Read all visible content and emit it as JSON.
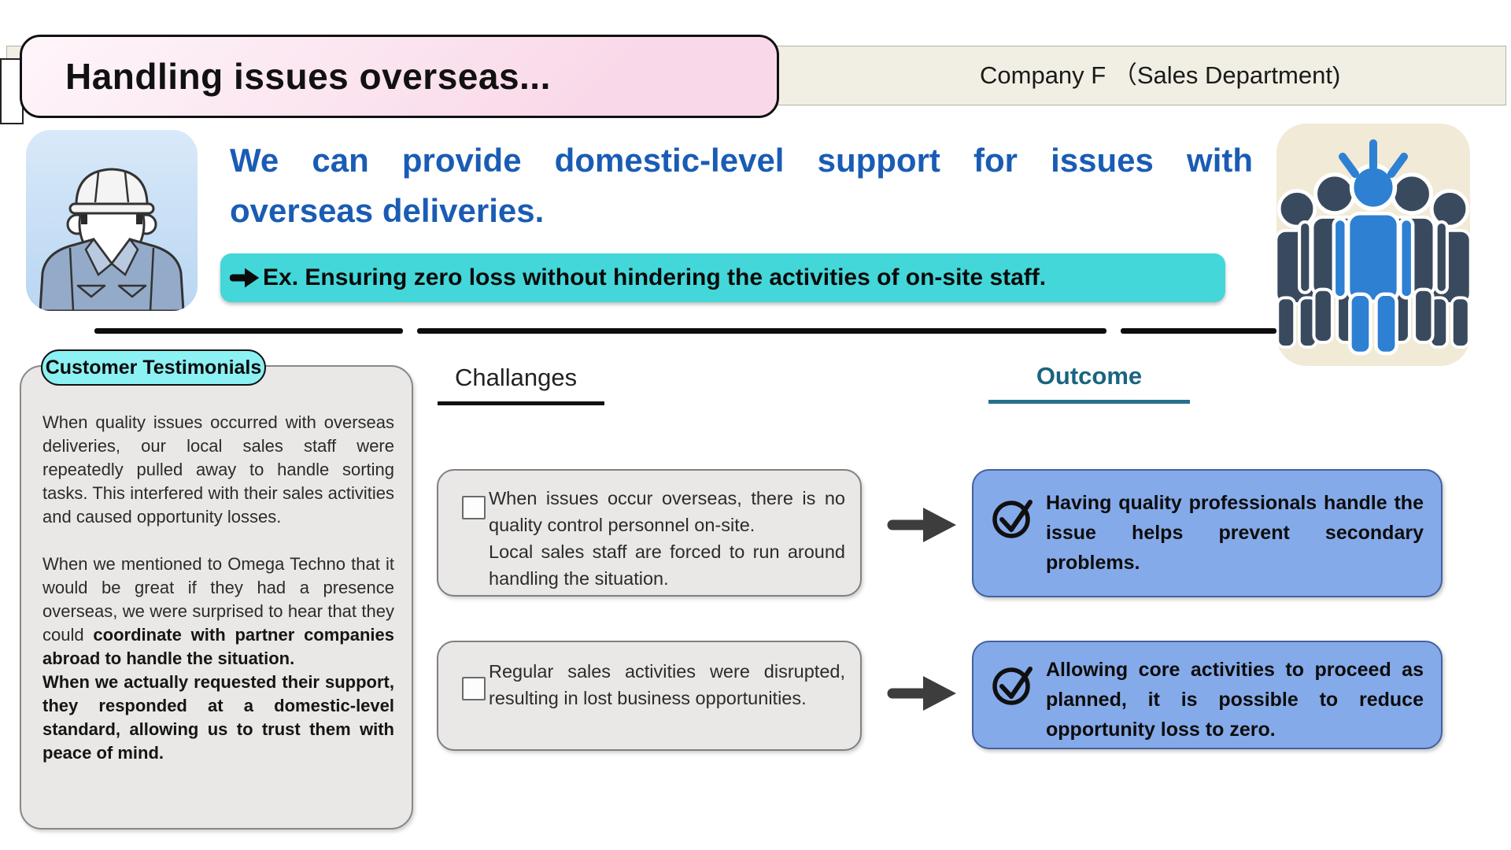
{
  "header": {
    "title": "Handling issues overseas...",
    "company": "Company F （Sales Department)"
  },
  "hero": {
    "headline_line1": "We can provide domestic-level support for issues with",
    "headline_line2": "overseas deliveries.",
    "banner_bullet_icon": "right-arrow-icon",
    "banner_text": "Ex. Ensuring zero loss without hindering the activities of on-site staff.",
    "left_icon": "worker-avatar-icon",
    "right_icon": "team-highlight-icon"
  },
  "testimonial": {
    "badge": "Customer Testimonials",
    "p1": "When quality issues occurred with overseas deliveries, our local sales staff were repeatedly pulled away to handle sorting tasks. This interfered with their sales activities and caused opportunity losses.",
    "p2_normal": "When we mentioned to Omega Techno that it would be great if they had a presence overseas, we were surprised to hear that they could ",
    "p2_bold": "coordinate with partner companies abroad to handle the situation.",
    "p3_bold": "When we actually requested their support, they responded at a domestic-level standard, allowing us to trust them with peace of mind."
  },
  "challenges": {
    "heading": "Challanges",
    "cards": [
      {
        "line1": "When issues occur overseas, there is no quality control personnel on-site.",
        "line2": "Local sales staff are forced to run around handling the situation."
      },
      {
        "line1": "Regular sales activities were disrupted, resulting in lost business opportunities."
      }
    ]
  },
  "outcomes": {
    "heading": "Outcome",
    "cards": [
      {
        "text": "Having quality professionals handle the issue helps prevent secondary problems."
      },
      {
        "text": "Allowing core activities to proceed as planned, it is possible to reduce opportunity loss to zero."
      }
    ]
  },
  "colors": {
    "headline_blue": "#1a5cb4",
    "banner_teal": "#43d7d9",
    "badge_cyan": "#8bf1f3",
    "card_gray": "#e9e8e7",
    "outcome_blue": "#85aae9",
    "outcome_heading_teal": "#1a6480",
    "header_beige": "#f1eee3",
    "title_pink": "#f9d9e9",
    "people_navy": "#3a4a5e",
    "people_blue": "#2e80d2",
    "arrow_dark": "#3d3d3d"
  }
}
